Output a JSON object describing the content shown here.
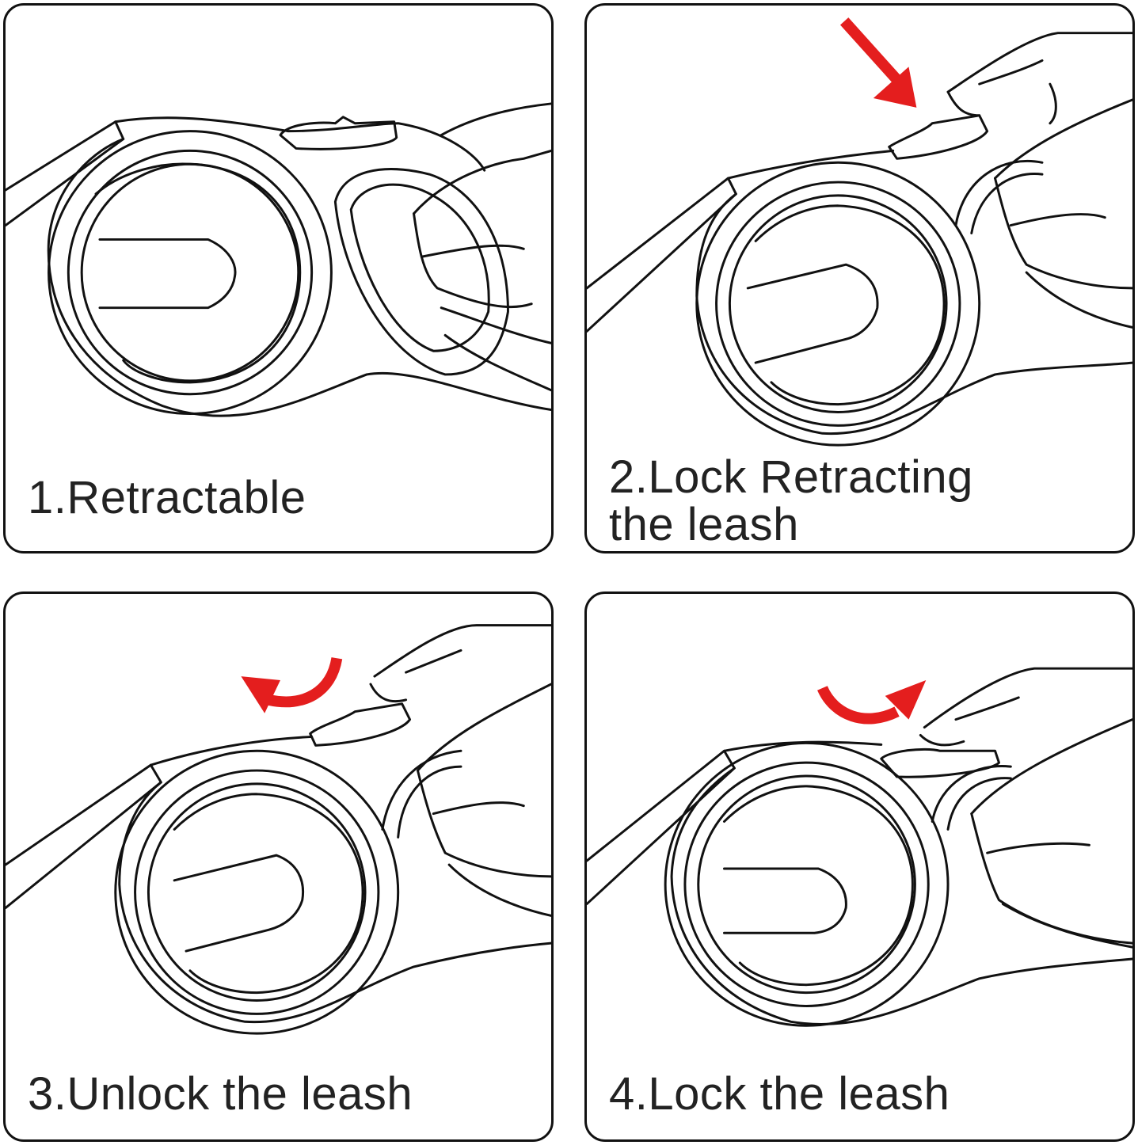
{
  "panels": [
    {
      "id": "step-1",
      "lines": [
        "1.Retractable"
      ]
    },
    {
      "id": "step-2",
      "lines": [
        "2.Lock Retracting",
        "the leash"
      ]
    },
    {
      "id": "step-3",
      "lines": [
        "3.Unlock the leash"
      ]
    },
    {
      "id": "step-4",
      "lines": [
        "4.Lock the leash"
      ]
    }
  ],
  "colors": {
    "stroke": "#111111",
    "arrow": "#e41e1e",
    "text": "#222222"
  },
  "icons": [
    "leash-handle-drawing",
    "hand-icon",
    "red-arrow-icon",
    "curved-arrow-left-icon",
    "curved-arrow-right-icon"
  ]
}
